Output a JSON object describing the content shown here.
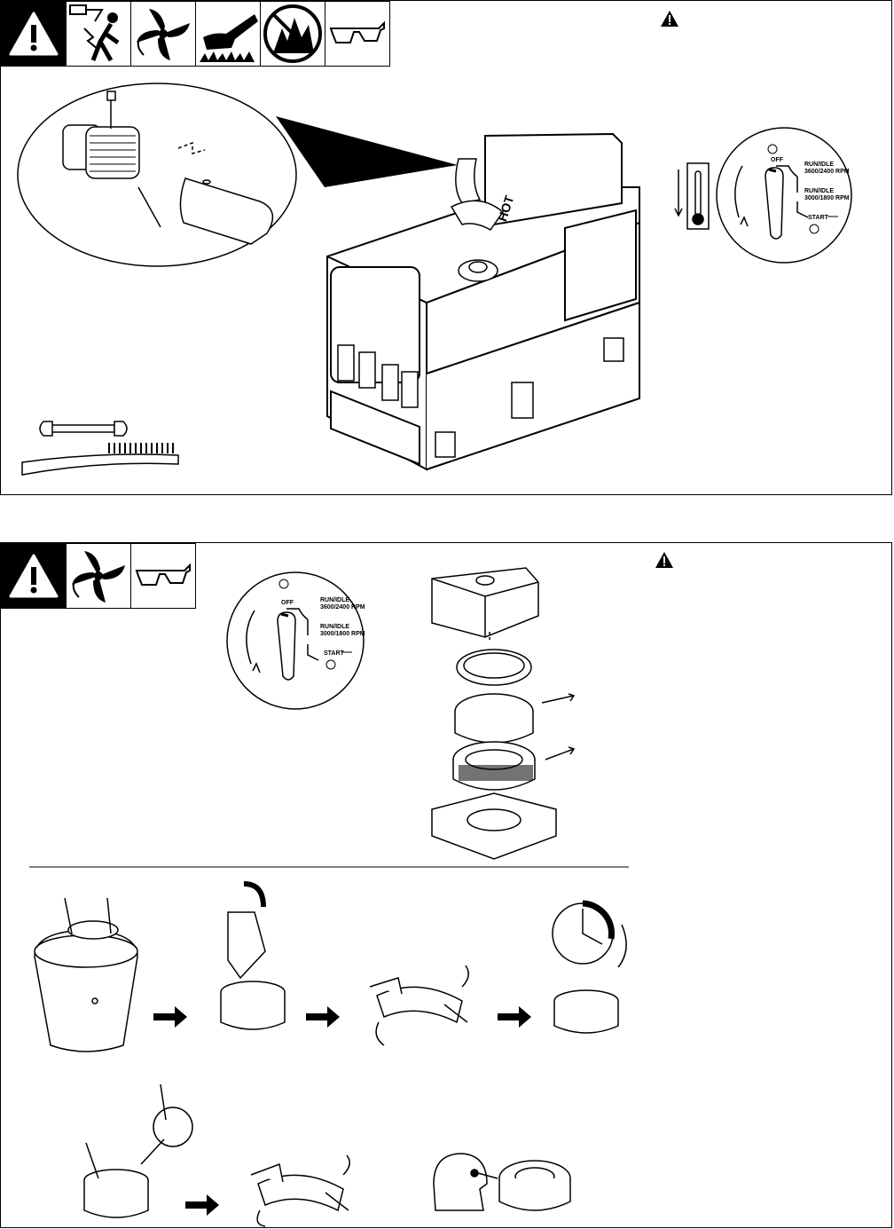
{
  "top_panel": {
    "warning_icon": "warning-triangle-icon",
    "hazard_icons": [
      "electric-shock-icon",
      "moving-parts-fan-icon",
      "hot-surface-icon",
      "no-open-flame-icon",
      "safety-glasses-icon"
    ],
    "hot_label": "HOT",
    "switch_dial": {
      "off_label": "OFF",
      "run_idle_1_label": "RUN/IDLE",
      "run_idle_1_rpm": "3600/2400 RPM",
      "run_idle_2_label": "RUN/IDLE",
      "run_idle_2_rpm": "3000/1800 RPM",
      "start_label": "START"
    },
    "tool_icons": [
      "wrench-icon",
      "wire-brush-icon"
    ],
    "thermometer_icon": "thermometer-icon"
  },
  "bottom_panel": {
    "warning_icon": "warning-triangle-icon",
    "hazard_icons": [
      "moving-parts-fan-icon",
      "safety-glasses-icon"
    ],
    "switch_dial": {
      "off_label": "OFF",
      "run_idle_1_label": "RUN/IDLE",
      "run_idle_1_rpm": "3600/2400 RPM",
      "run_idle_2_label": "RUN/IDLE",
      "run_idle_2_rpm": "3000/1800 RPM",
      "start_label": "START"
    },
    "illustration_icons": [
      "air-cleaner-exploded-view-icon",
      "bucket-wash-icon",
      "oil-pour-icon",
      "squeeze-element-icon",
      "timer-clock-icon",
      "dry-element-icon",
      "oil-apply-icon",
      "inspect-element-icon"
    ]
  }
}
